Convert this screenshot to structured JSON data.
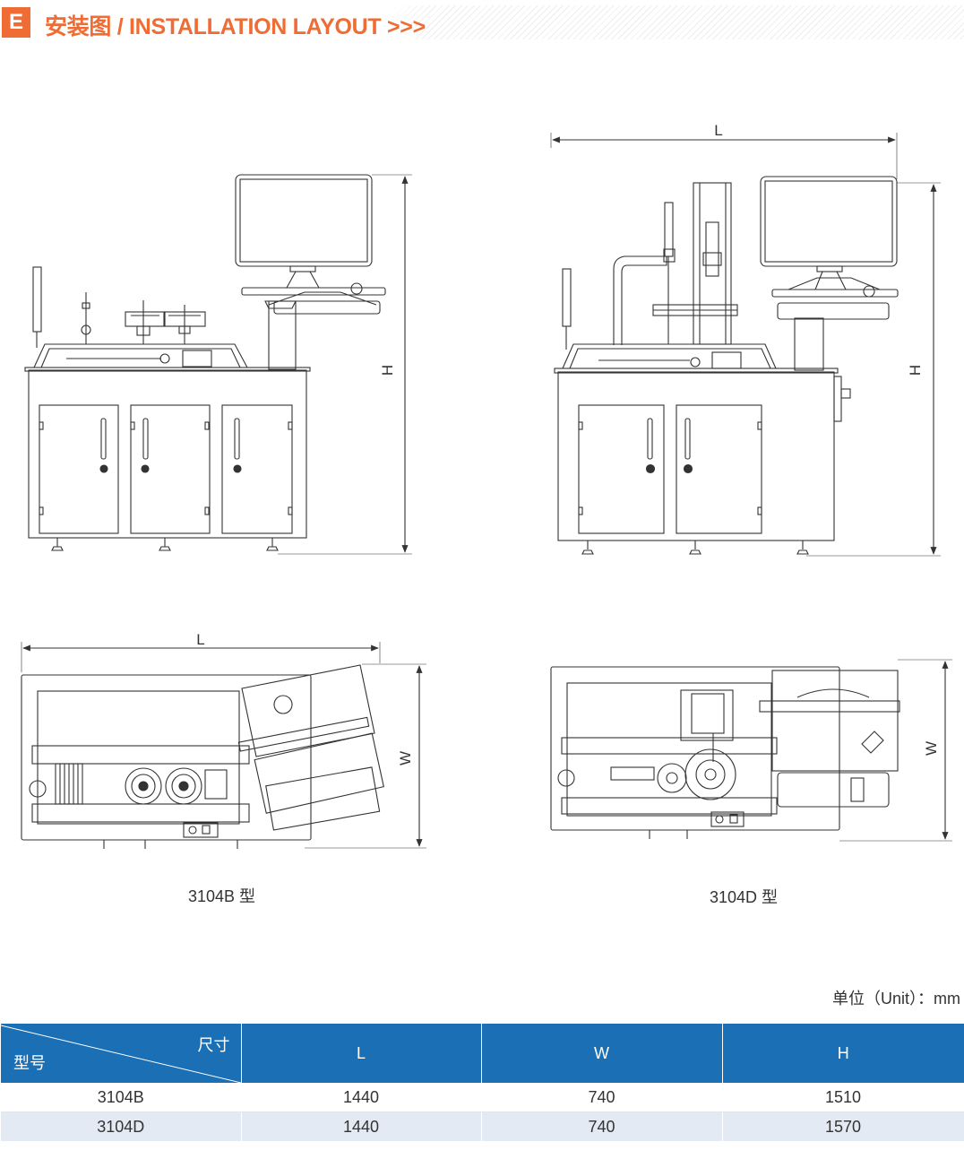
{
  "header": {
    "badge": "E",
    "title": "安装图 / INSTALLATION LAYOUT >>>",
    "accent_color": "#ef6c34"
  },
  "drawings": {
    "dim_L": "L",
    "dim_W": "W",
    "dim_H": "H",
    "caption_left": "3104B 型",
    "caption_right": "3104D 型"
  },
  "unit_note": "单位（Unit）：mm",
  "table": {
    "header_color": "#1a6fb5",
    "corner_top": "尺寸",
    "corner_bottom": "型号",
    "columns": [
      "L",
      "W",
      "H"
    ],
    "rows": [
      {
        "model": "3104B",
        "L": "1440",
        "W": "740",
        "H": "1510"
      },
      {
        "model": "3104D",
        "L": "1440",
        "W": "740",
        "H": "1570"
      }
    ]
  }
}
